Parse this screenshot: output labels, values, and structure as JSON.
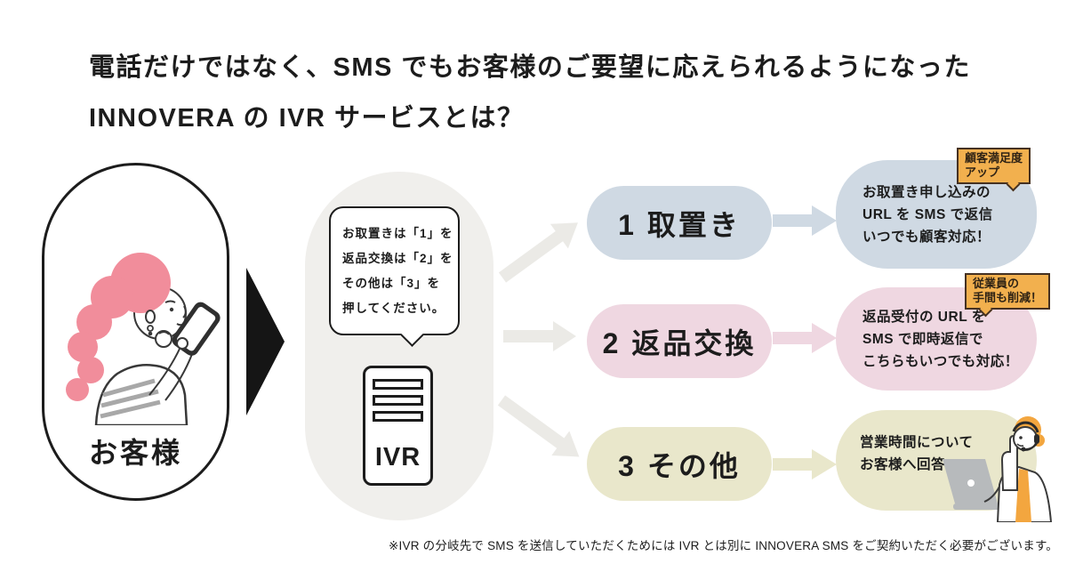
{
  "title": {
    "line1": "電話だけではなく、SMS でもお客様のご要望に応えられるようになった",
    "line2": "INNOVERA の IVR サービスとは？"
  },
  "customer": {
    "label": "お客様"
  },
  "ivr": {
    "prompt": {
      "line1": "お取置きは「1」を",
      "line2": "返品交換は「2」を",
      "line3": "その他は「3」を",
      "line4": "押してください。"
    },
    "server_label": "IVR"
  },
  "branches": {
    "reserve": {
      "pill": "1 取置き",
      "result": {
        "line1": "お取置き申し込みの",
        "line2": "URL を SMS で返信",
        "line3": "いつでも顧客対応！"
      },
      "badge": {
        "line1": "顧客満足度",
        "line2": "アップ"
      }
    },
    "return": {
      "pill": "2 返品交換",
      "result": {
        "line1": "返品受付の URL を",
        "line2": "SMS で即時返信で",
        "line3": "こちらもいつでも対応！"
      },
      "badge": {
        "line1": "従業員の",
        "line2": "手間も削減！"
      }
    },
    "other": {
      "pill": "3 その他",
      "result": {
        "line1": "営業時間について",
        "line2": "お客様へ回答"
      }
    }
  },
  "footnote": "※IVR の分岐先で SMS を送信していただくためには IVR とは別に INNOVERA SMS をご契約いただく必要がございます。",
  "colors": {
    "ink": "#1c1c1c",
    "reserve_blue": "#cfd9e3",
    "return_pink": "#efd7e1",
    "other_beige": "#e9e7cb",
    "gray_arrow": "#ebeae6",
    "capsule_gray": "#f0efec",
    "badge_orange": "#f2b04e",
    "hair_pink": "#f18d9b",
    "operator_orange": "#f3a63f",
    "laptop_gray": "#b7babc",
    "stripe_gray": "#a8a8a8",
    "black_arrow": "#151515"
  }
}
